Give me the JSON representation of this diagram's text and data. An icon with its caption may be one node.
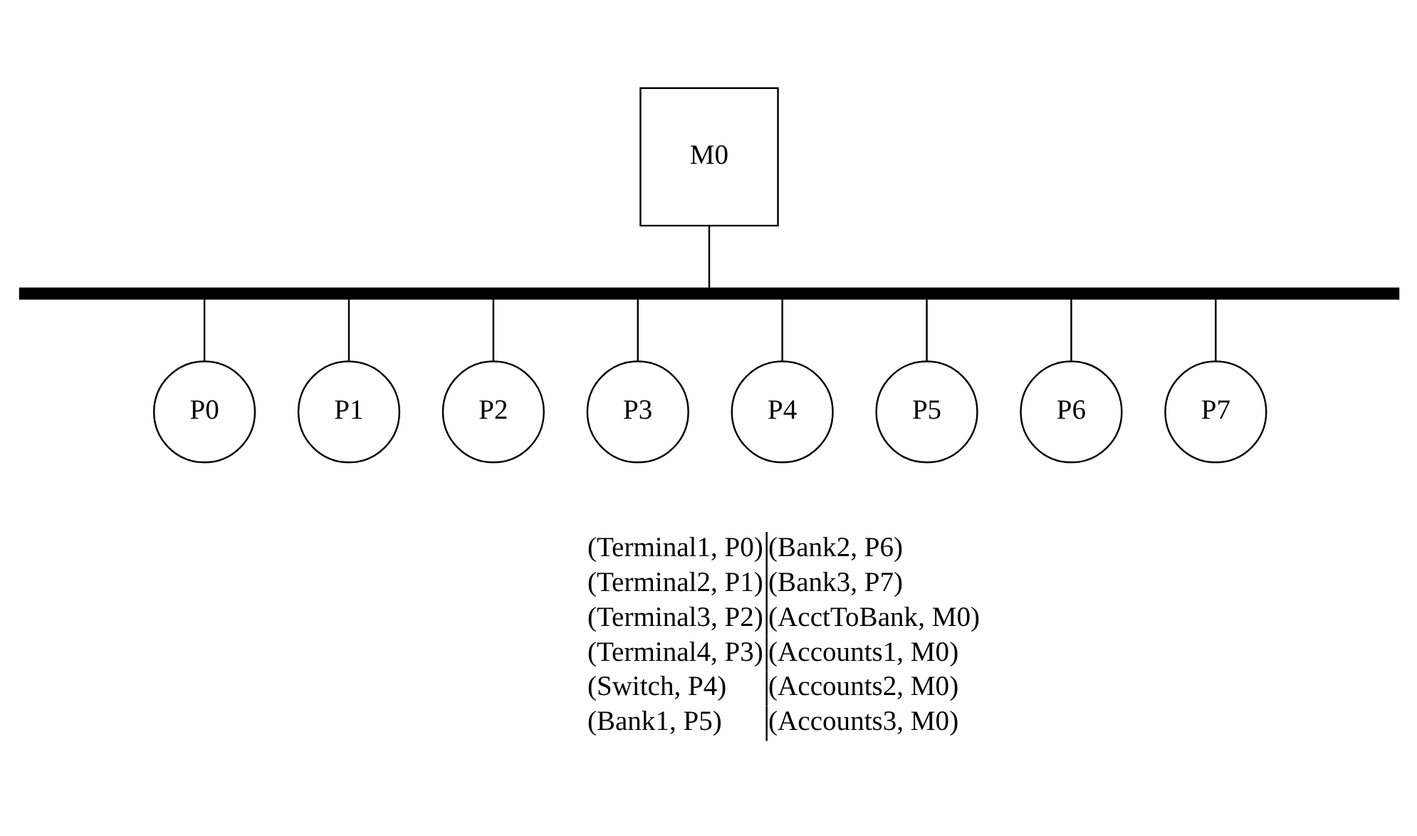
{
  "diagram": {
    "nodes": [
      {
        "text": [
          "M0"
        ]
      },
      {
        "text": [],
        "shape": "bar"
      },
      {
        "text": [
          "P0"
        ]
      },
      {
        "text": [
          "P1"
        ]
      },
      {
        "text": [
          "P2"
        ]
      },
      {
        "text": [
          "P3"
        ]
      },
      {
        "text": [
          "P4"
        ]
      },
      {
        "text": [
          "P5"
        ]
      },
      {
        "text": [
          "P6"
        ]
      },
      {
        "text": [
          "P7"
        ]
      }
    ],
    "edges": [
      {
        "from": 0,
        "to": 1,
        "arrow": "none"
      },
      {
        "from": 1,
        "to": 2,
        "arrow": "none"
      },
      {
        "from": 1,
        "to": 3,
        "arrow": "none"
      },
      {
        "from": 1,
        "to": 4,
        "arrow": "none"
      },
      {
        "from": 1,
        "to": 5,
        "arrow": "none"
      },
      {
        "from": 1,
        "to": 6,
        "arrow": "none"
      },
      {
        "from": 1,
        "to": 7,
        "arrow": "none"
      },
      {
        "from": 1,
        "to": 8,
        "arrow": "none"
      },
      {
        "from": 1,
        "to": 9,
        "arrow": "none"
      }
    ],
    "labels": [
      "(Terminal1, P0)",
      "(Terminal2, P1)",
      "(Terminal3, P2)",
      "(Terminal4, P3)",
      "(Switch, P4)",
      "(Bank1, P5)",
      "(Bank2, P6)",
      "(Bank3, P7)",
      "(AcctToBank, M0)",
      "(Accounts1, M0)",
      "(Accounts2, M0)",
      "(Accounts3, M0)"
    ]
  }
}
